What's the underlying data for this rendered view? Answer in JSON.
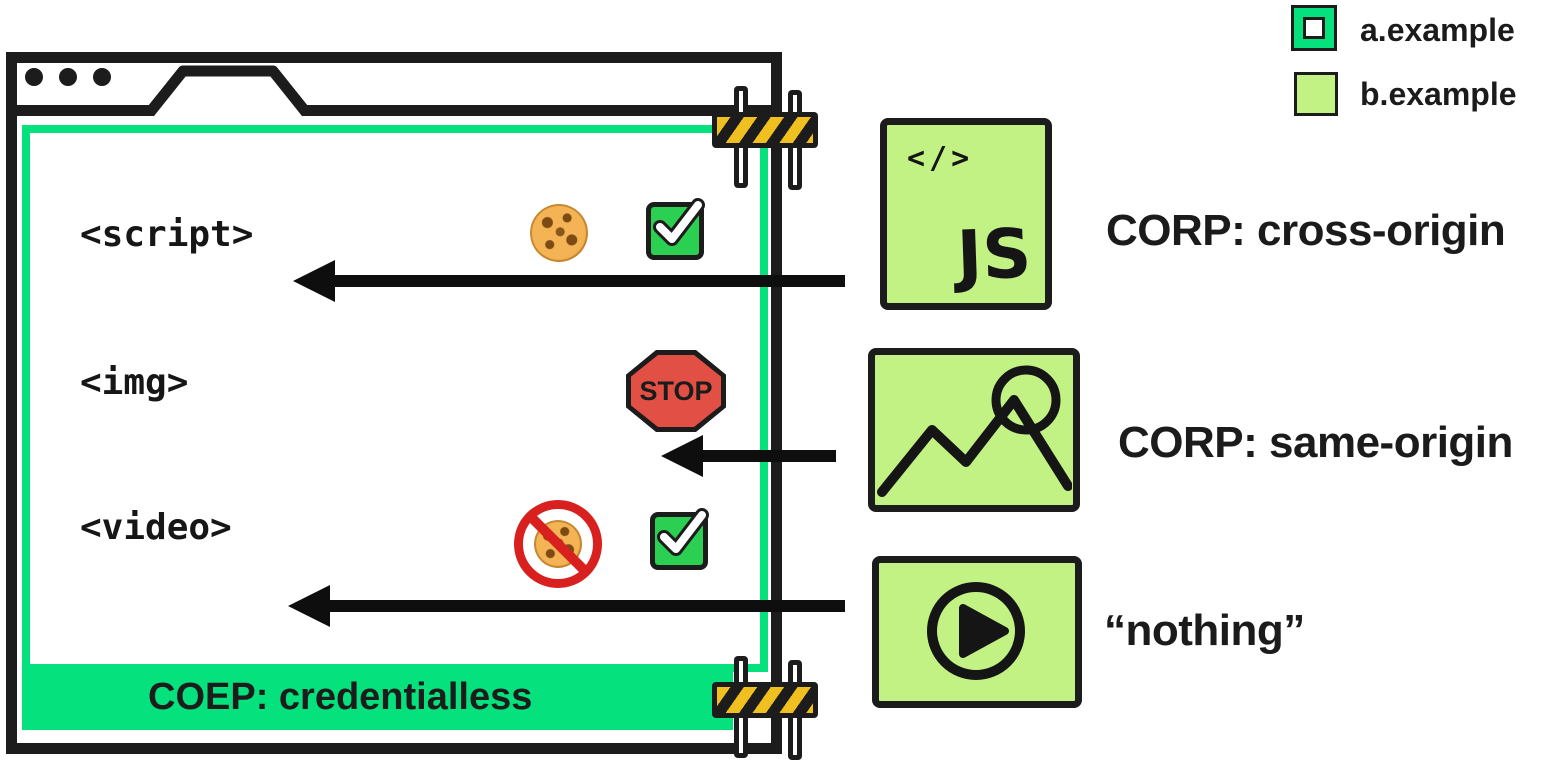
{
  "legend": {
    "a": {
      "label": "a.example"
    },
    "b": {
      "label": "b.example"
    }
  },
  "browser": {
    "rows": [
      {
        "tag": "<script>",
        "badges": [
          "cookie",
          "check"
        ]
      },
      {
        "tag": "<img>",
        "badges": [
          "stop"
        ]
      },
      {
        "tag": "<video>",
        "badges": [
          "blocked-cookie",
          "check"
        ]
      }
    ],
    "coep_label": "COEP: credentialless",
    "stop_label": "STOP"
  },
  "resources": {
    "js": {
      "glyph_code": "</>",
      "glyph_logo": "JS",
      "label": "CORP: cross-origin"
    },
    "image": {
      "label": "CORP: same-origin"
    },
    "video": {
      "label": "“nothing”"
    }
  },
  "icons": {
    "cookie": "chocolate-chip-cookie",
    "blocked_cookie": "prohibited-cookie",
    "check": "green-checkbox",
    "stop": "stop-sign",
    "barricade": "construction-barricade",
    "code": "code-brackets",
    "picture": "mountain-photo-doodle",
    "play": "play-button",
    "window_dots": "browser-window-dots",
    "tab": "browser-tab-notch"
  },
  "colors": {
    "accent_green": "#05e17c",
    "resource_green": "#c3f284",
    "check_green": "#2bcf52",
    "stop_red": "#e25045",
    "prohibit_red": "#d8201f",
    "warning_yellow": "#f0c020",
    "ink": "#1c1c1c"
  }
}
